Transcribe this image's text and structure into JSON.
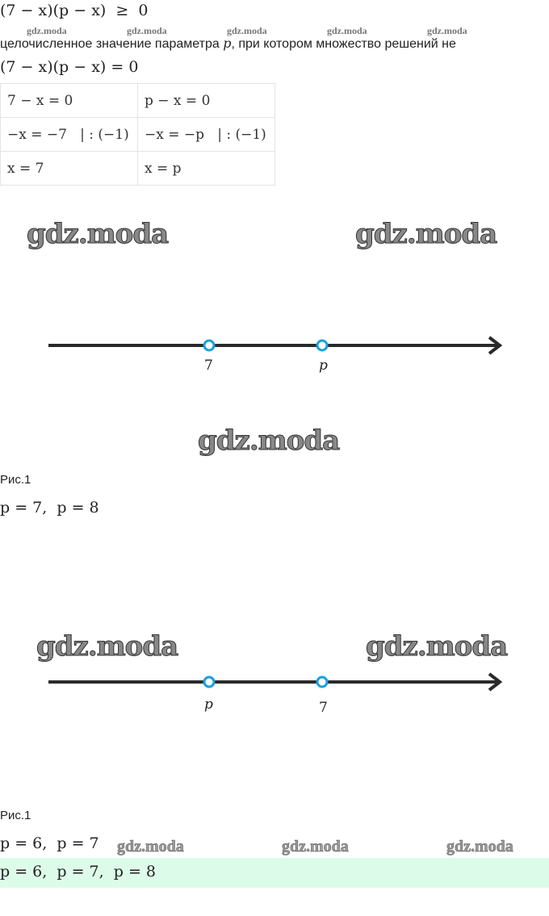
{
  "inequality": "(7 − x)(p − x)  ≥  0",
  "watermark": "gdz.moda",
  "question_text": "целочисленное значение параметра ",
  "question_var": "p",
  "question_tail": ", при котором множество решений не",
  "equation": "(7 − x)(p − x) = 0",
  "table": [
    [
      "7 − x = 0",
      "p − x = 0"
    ],
    [
      "−x = −7   | : (−1)",
      "−x = −p   | : (−1)"
    ],
    [
      "x = 7",
      "x = p"
    ]
  ],
  "figure1": {
    "labels": [
      "7",
      "p"
    ],
    "caption": "Рис.1"
  },
  "answer1": "p = 7,  p = 8",
  "figure2": {
    "labels": [
      "p",
      "7"
    ],
    "caption": "Рис.1"
  },
  "answer2": "p = 6,  p = 7",
  "final_answer": "p = 6,  p = 7,  p = 8",
  "colors": {
    "point": "#1a9fe0",
    "highlight": "#ddfbe9"
  }
}
